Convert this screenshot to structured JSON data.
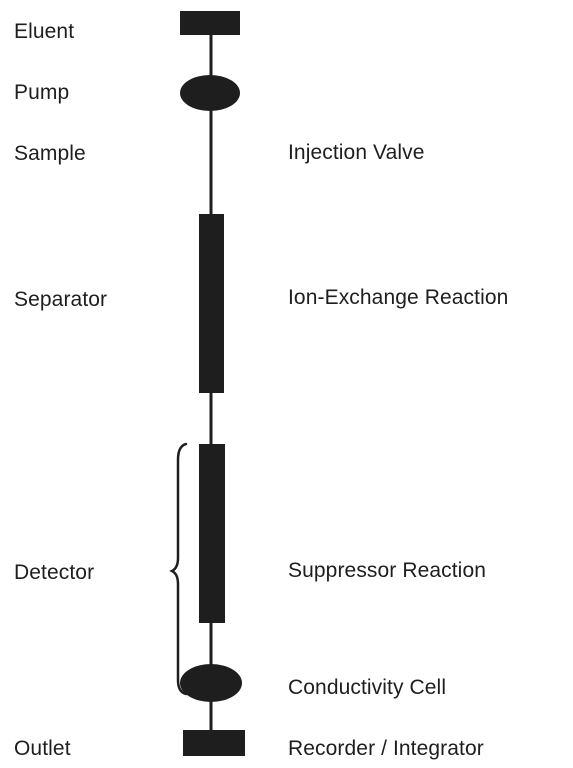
{
  "diagram": {
    "left_labels": {
      "eluent": "Eluent",
      "pump": "Pump",
      "sample": "Sample",
      "separator": "Separator",
      "detector": "Detector",
      "outlet": "Outlet"
    },
    "right_labels": {
      "injection_valve": "Injection Valve",
      "ion_exchange": "Ion-Exchange Reaction",
      "suppressor": "Suppressor Reaction",
      "conductivity_cell": "Conductivity Cell",
      "recorder": "Recorder / Integrator"
    },
    "colors": {
      "ink": "#1e1e1e",
      "background": "#ffffff"
    }
  }
}
